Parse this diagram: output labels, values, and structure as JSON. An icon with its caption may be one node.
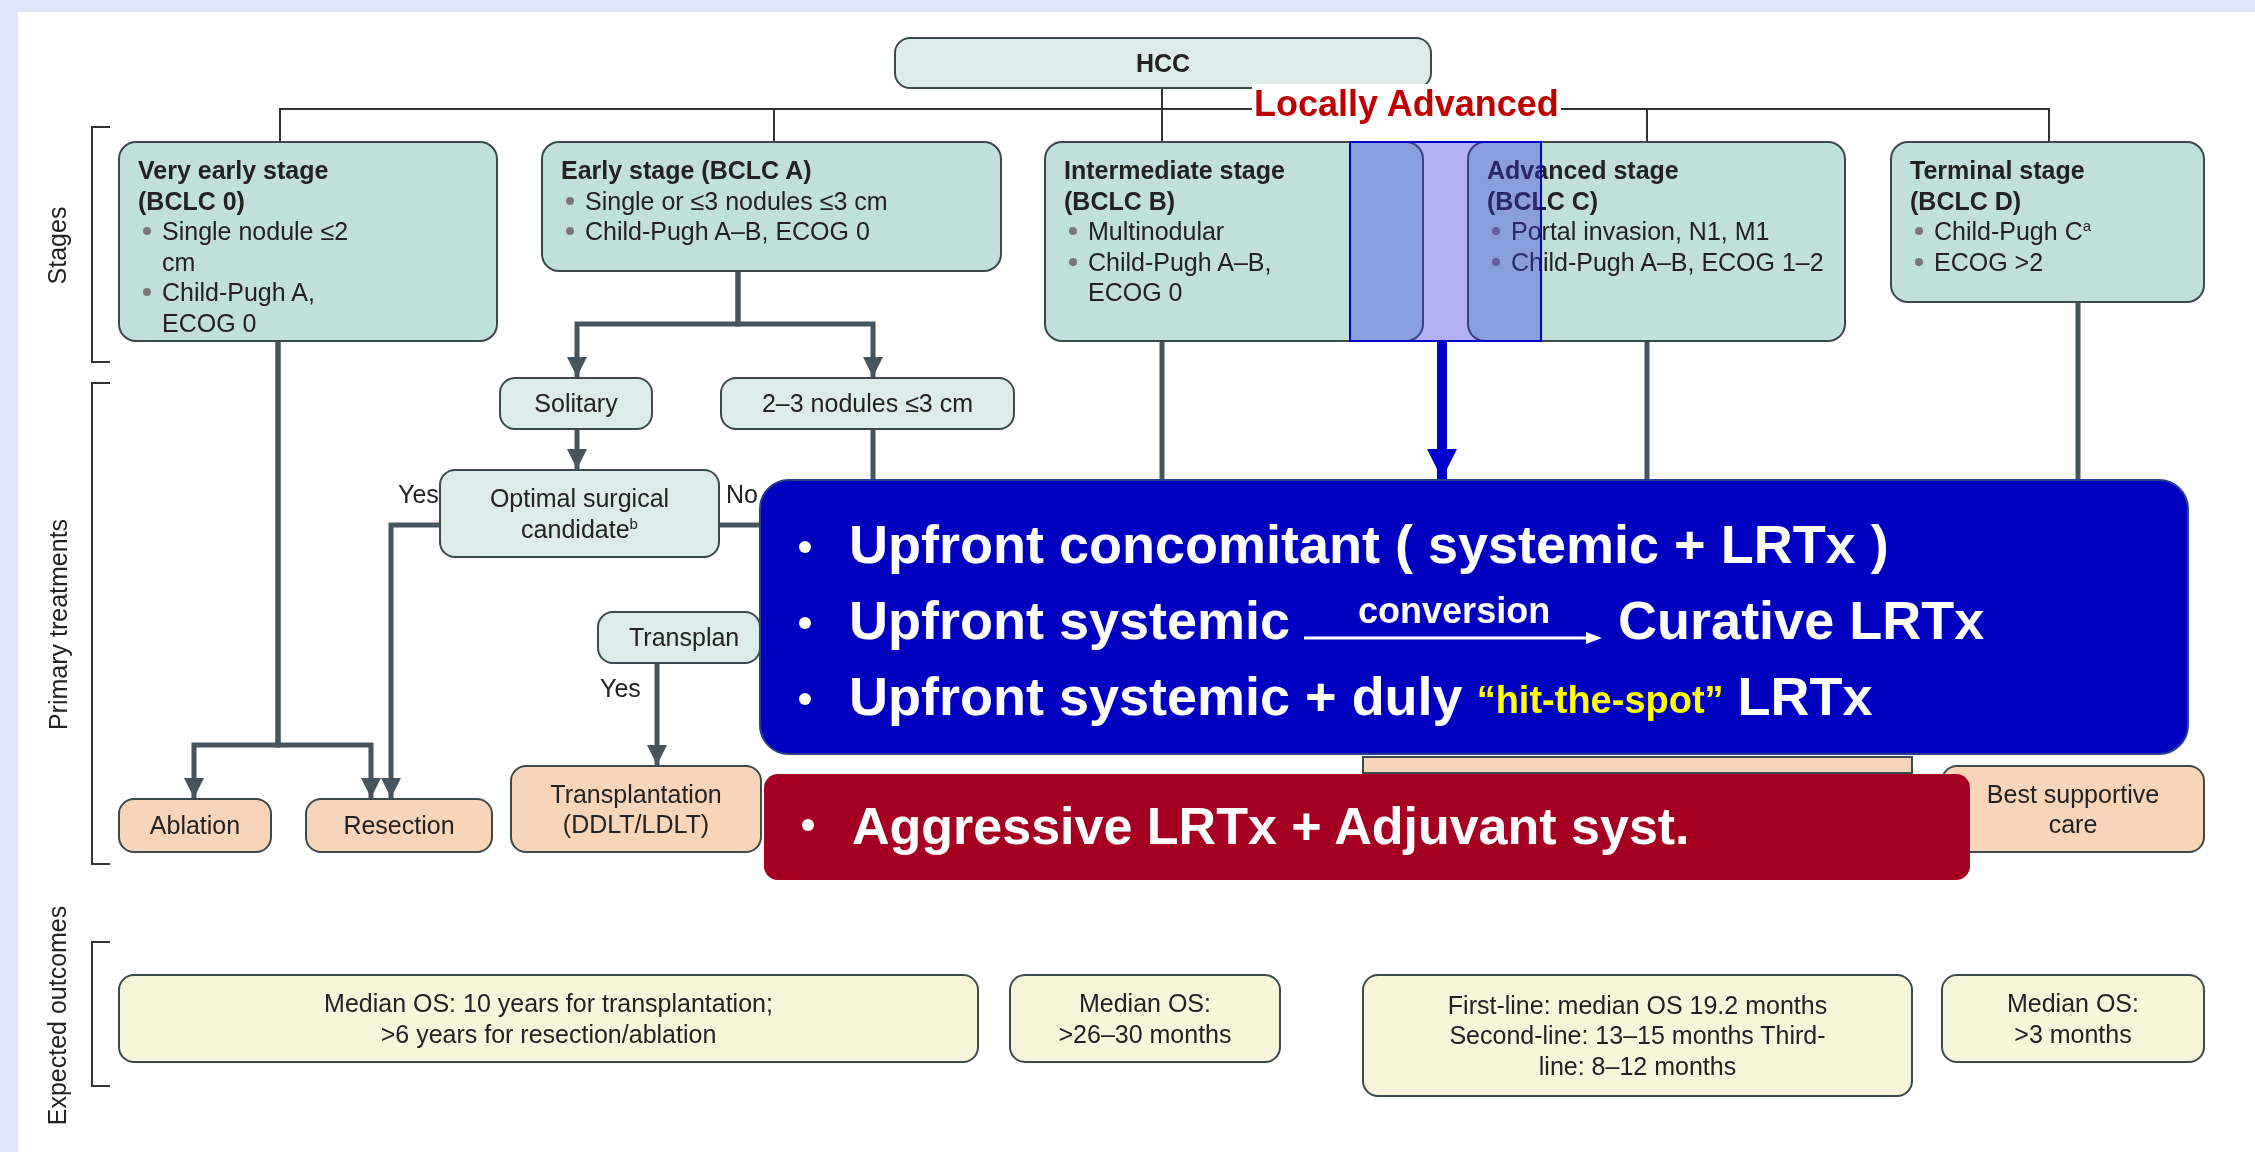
{
  "diagram": {
    "nodes": [
      {
        "text": [
          "HCC"
        ]
      },
      {
        "text": [
          "Very early stage (BCLC 0)",
          "Single nodule ≤2 cm",
          "Child-Pugh A, ECOG 0"
        ]
      },
      {
        "text": [
          "Early stage (BCLC A)",
          "Single or ≤3 nodules ≤3 cm",
          "Child-Pugh A–B, ECOG 0"
        ]
      },
      {
        "text": [
          "Intermediate stage (BCLC B)",
          "Multinodular",
          "Child-Pugh A–B, ECOG 0"
        ]
      },
      {
        "text": [
          "Advanced stage (BCLC C)",
          "Portal invasion, N1, M1",
          "Child-Pugh A–B, ECOG 1–2"
        ]
      },
      {
        "text": [
          "Terminal stage (BCLC D)",
          "Child-Pugh C$^{a}$",
          "ECOG >2"
        ]
      },
      {
        "text": [],
        "shape": "box"
      },
      {
        "text": [
          "Solitary"
        ]
      },
      {
        "text": [
          "2–3 nodules ≤3 cm"
        ]
      },
      {
        "text": [
          "Optimal surgical candidate$^{b}$"
        ]
      },
      {
        "text": [
          "Transplan"
        ]
      },
      {
        "text": [
          "Upfront concomitant ( systemic + LRTx )",
          "Upfront systemic",
          "conversion",
          "Curative LRTx",
          "Upfront systemic + duly",
          "“hit-the-spot”",
          "LRTx"
        ]
      },
      {
        "text": [],
        "shape": "box"
      },
      {
        "text": [
          "Ablation"
        ]
      },
      {
        "text": [
          "Resection"
        ]
      },
      {
        "text": [
          "Transplantation (DDLT/LDLT)"
        ]
      },
      {
        "text": [
          "Aggressive LRTx + Adjuvant syst."
        ]
      },
      {
        "text": [
          "Best supportive care"
        ]
      },
      {
        "text": [
          "Median OS: 10 years for transplantation; >6 years for resection/ablation"
        ]
      },
      {
        "text": [
          "Median OS: >26–30 months"
        ]
      },
      {
        "text": [
          "First-line: median OS 19.2 months Second-line: 13–15 months Third-line: 8–12 months"
        ]
      },
      {
        "text": [
          "Median OS: >3 months"
        ]
      }
    ],
    "edges": [
      {
        "from": 0,
        "to": 1,
        "arrow": "none"
      },
      {
        "from": 0,
        "to": 2,
        "arrow": "none"
      },
      {
        "from": 0,
        "to": 3,
        "arrow": "none"
      },
      {
        "from": 0,
        "to": 4,
        "arrow": "none"
      },
      {
        "from": 0,
        "to": 5,
        "arrow": "none"
      },
      {
        "from": 2,
        "to": 7,
        "arrow": "to"
      },
      {
        "from": 2,
        "to": 8,
        "arrow": "to"
      },
      {
        "from": 7,
        "to": 9,
        "arrow": "to"
      },
      {
        "from": 9,
        "to": 14,
        "arrow": "to",
        "label": "Yes"
      },
      {
        "from": 9,
        "to": 11,
        "arrow": "none",
        "label": "No"
      },
      {
        "from": 10,
        "to": 15,
        "arrow": "to",
        "label": "Yes"
      },
      {
        "from": 1,
        "to": 13,
        "arrow": "to"
      },
      {
        "from": 1,
        "to": 14,
        "arrow": "to"
      },
      {
        "from": 8,
        "to": 11,
        "arrow": "none"
      },
      {
        "from": 3,
        "to": 11,
        "arrow": "none"
      },
      {
        "from": 4,
        "to": 11,
        "arrow": "none"
      },
      {
        "from": 5,
        "to": 11,
        "arrow": "none"
      },
      {
        "from": 6,
        "to": 11,
        "arrow": "to",
        "style": "thick",
        "color": "#0000cc"
      }
    ],
    "labels": [
      "Stages",
      "Primary treatments",
      "Expected outcomes",
      "Locally Advanced"
    ]
  }
}
